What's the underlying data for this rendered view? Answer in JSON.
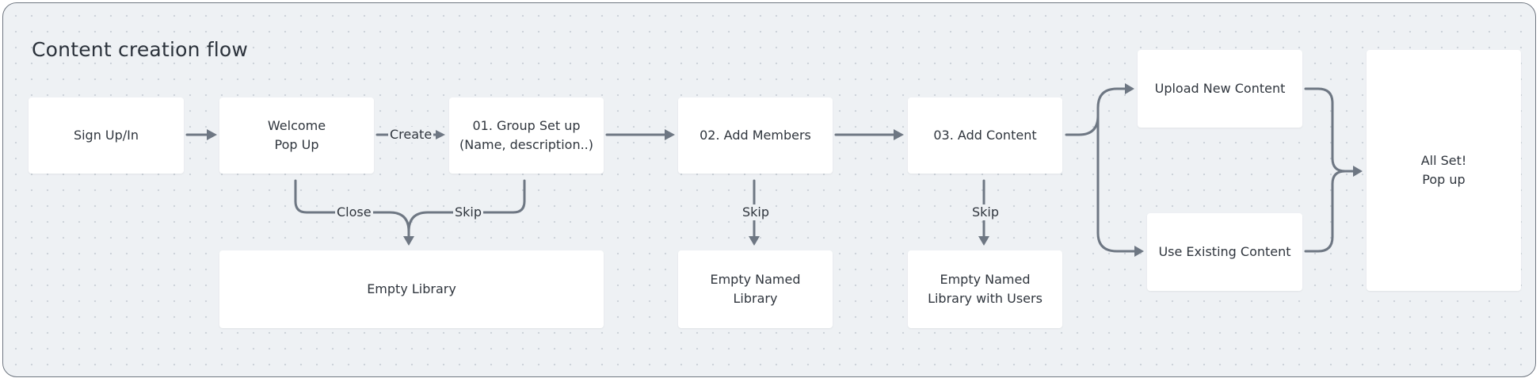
{
  "title": "Content creation flow",
  "nodes": {
    "signup": "Sign Up/In",
    "welcome": "Welcome\nPop Up",
    "group_setup": "01. Group Set up\n(Name, description..)",
    "add_members": "02. Add Members",
    "add_content": "03. Add Content",
    "upload_new": "Upload New Content",
    "use_existing": "Use Existing Content",
    "all_set": "All Set!\nPop up",
    "empty_library": "Empty Library",
    "empty_named_library": "Empty Named\nLibrary",
    "empty_named_library_users": "Empty Named\nLibrary with Users"
  },
  "edge_labels": {
    "create": "Create",
    "close": "Close",
    "skip_group": "Skip",
    "skip_members": "Skip",
    "skip_content": "Skip"
  },
  "colors": {
    "board_background": "#eef1f4",
    "node_fill": "#ffffff",
    "connector": "#6e7783",
    "text": "#2f353d"
  }
}
